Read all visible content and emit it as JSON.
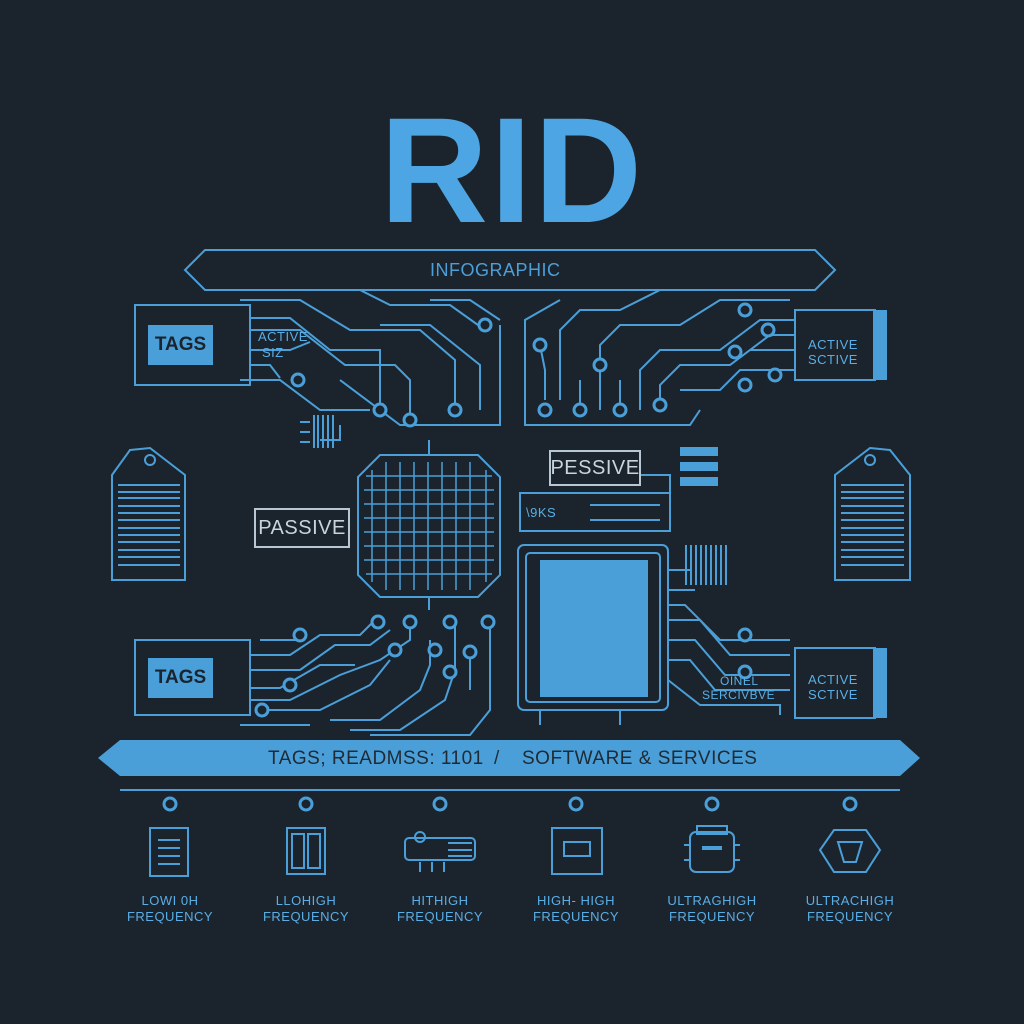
{
  "title": "RID",
  "banner": "INFOGRAPHIC",
  "tags_labels": [
    "TAGS",
    "TAGS"
  ],
  "active_small": [
    "ACTIVE",
    "SIZ"
  ],
  "active_right_top": [
    "ACTIVE",
    "SCTIVE"
  ],
  "active_right_bottom": [
    "ACTIVE",
    "SCTIVE"
  ],
  "passive_left": "PASSIVE",
  "passive_right": "PESSIVE",
  "chip_code": "\\9KS",
  "service_small": [
    "OINEL",
    "SERCIVBVE"
  ],
  "bottom_band": {
    "left": "TAGS; READMSS: 1101",
    "separator": "/",
    "right": "SOFTWARE & SERVICES"
  },
  "frequencies": [
    {
      "line1": "LOWI 0H",
      "line2": "FREQUENCY",
      "icon": "document-icon"
    },
    {
      "line1": "LLOHIGH",
      "line2": "FREQUENCY",
      "icon": "reader-panel-icon"
    },
    {
      "line1": "HITHIGH",
      "line2": "FREQUENCY",
      "icon": "scanner-device-icon"
    },
    {
      "line1": "HIGH- HIGH",
      "line2": "FREQUENCY",
      "icon": "square-card-icon"
    },
    {
      "line1": "ULTRAGHIGH",
      "line2": "FREQUENCY",
      "icon": "reader-module-icon"
    },
    {
      "line1": "ULTRACHIGH",
      "line2": "FREQUENCY",
      "icon": "hexagon-tag-icon"
    }
  ],
  "colors": {
    "background": "#1b242d",
    "accent": "#4da6e3",
    "line": "#4a9fd9",
    "box_border": "#b7c7d3"
  }
}
